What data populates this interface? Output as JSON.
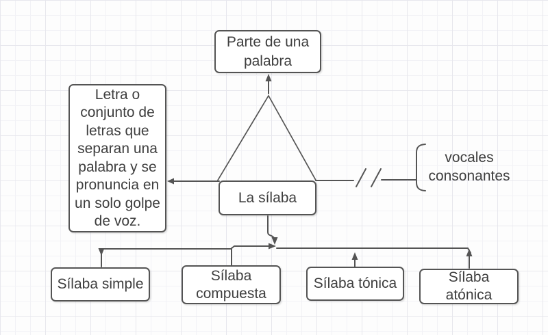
{
  "colors": {
    "background": "#fdfdfd",
    "grid_minor": "#f2f2f6",
    "grid_major": "#e7e7ed",
    "stroke": "#545454",
    "text": "#3e3e3e",
    "box_fill": "#ffffff"
  },
  "diagram": {
    "top_box": {
      "text": "Parte de una\npalabra"
    },
    "definition_box": {
      "text": "Letra o\nconjunto de\nletras que\nseparan una\npalabra y se\npronuncia en\nun solo golpe\nde voz."
    },
    "center_box": {
      "text": "La sílaba"
    },
    "components_label": {
      "text": "vocales\nconsonantes"
    },
    "children": [
      {
        "text": "Sílaba simple"
      },
      {
        "text": "Sílaba\ncompuesta"
      },
      {
        "text": "Sílaba tónica"
      },
      {
        "text": "Sílaba\natónica"
      }
    ]
  }
}
